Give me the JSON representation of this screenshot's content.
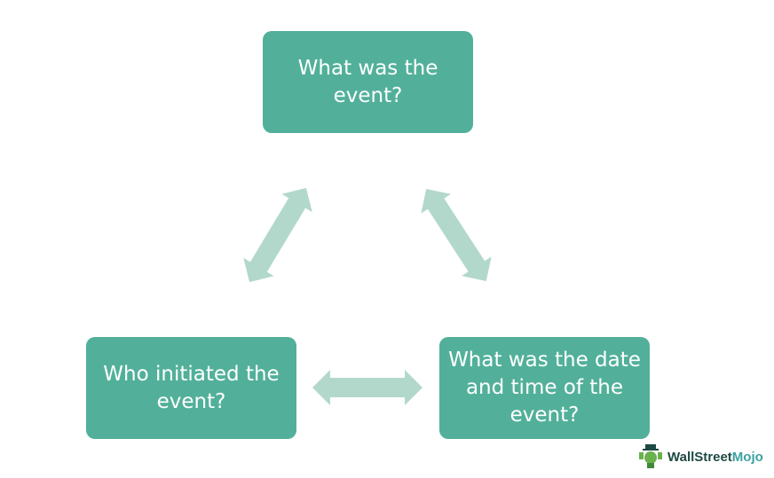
{
  "nodes": {
    "top": "What was the event?",
    "left": "Who initiated the event?",
    "right": "What was the date and time of the event?"
  },
  "colors": {
    "box": "#52b09a",
    "arrow": "#b2d8cc",
    "text": "#ffffff"
  },
  "logo": {
    "part1": "WallStreet",
    "part2": "Mojo"
  }
}
